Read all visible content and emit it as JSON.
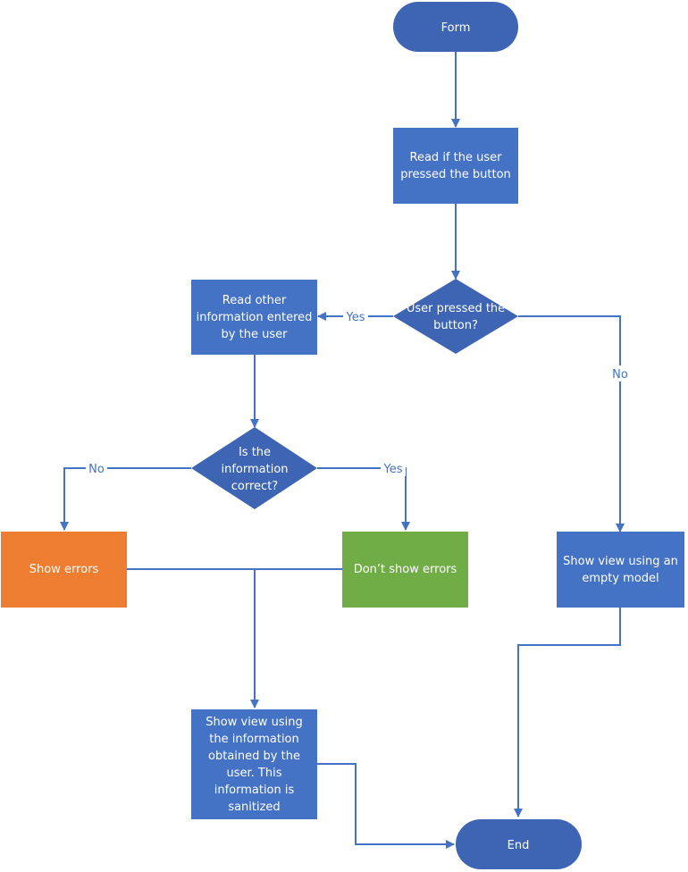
{
  "colors": {
    "process_fill": "#4472c4",
    "decision_fill": "#3e65b3",
    "terminal_fill": "#3e65b3",
    "error_fill": "#ed7d31",
    "ok_fill": "#70ad47",
    "connector": "#4472c4",
    "edge_label": "#4472c4"
  },
  "nodes": {
    "start": "Form",
    "read_button": "Read if the user pressed the button",
    "decision_pressed": "User pressed the button?",
    "read_info": "Read other information entered by the user",
    "decision_correct": "Is the information correct?",
    "show_errors": "Show errors",
    "dont_show_errors": "Don’t show errors",
    "show_empty": "Show view using an empty model",
    "show_obtained": "Show view using the information obtained by the user. This information is sanitized",
    "end": "End"
  },
  "edges": {
    "pressed_yes": "Yes",
    "pressed_no": "No",
    "correct_no": "No",
    "correct_yes": "Yes"
  }
}
